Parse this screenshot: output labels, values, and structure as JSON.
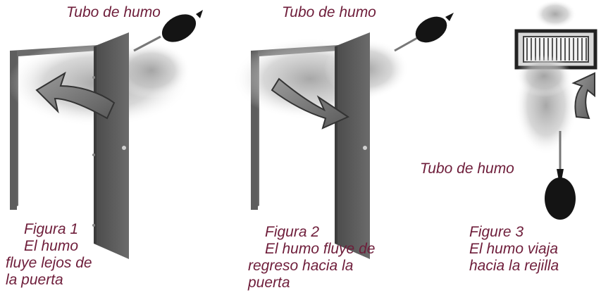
{
  "colors": {
    "text": "#6e1d3a",
    "door": "#5a5a5a",
    "frame": "#6a6a6a",
    "smoke": "#b8b8b8",
    "bulb": "#141414"
  },
  "icons": [
    "smoke-tube-icon",
    "door-icon",
    "airflow-arrow-icon",
    "vent-grille-icon"
  ],
  "figures": [
    {
      "tube_label": "Tubo de humo",
      "caption": [
        "Figura 1",
        "El humo",
        "fluye lejos de",
        "la puerta"
      ]
    },
    {
      "tube_label": "Tubo de humo",
      "caption": [
        "Figura 2",
        "El humo fluye de",
        "regreso hacia la",
        "puerta"
      ]
    },
    {
      "tube_label": "Tubo de humo",
      "caption": [
        "Figure 3",
        "El humo viaja",
        "hacia la rejilla"
      ]
    }
  ]
}
